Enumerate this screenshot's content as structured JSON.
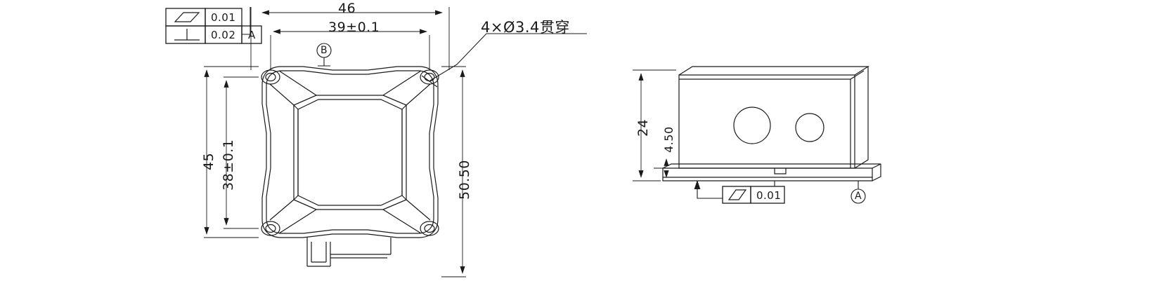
{
  "drawing": {
    "type": "mechanical-part-2d-drawing",
    "line_color": "#1a1a1a",
    "background": "#ffffff",
    "views": [
      {
        "name": "top-view",
        "label": ""
      },
      {
        "name": "side-view",
        "label": ""
      }
    ]
  },
  "gdt_table": {
    "rows": [
      {
        "symbol": "parallelism",
        "symbol_glyph": "parallelogram",
        "tolerance": "0.01",
        "datum": ""
      },
      {
        "symbol": "perpendicularity",
        "symbol_glyph": "perpendicular",
        "tolerance": "0.02",
        "datum": "A"
      }
    ]
  },
  "top_view": {
    "dimensions": {
      "overall_width": "46",
      "hole_span_horizontal": "39±0.1",
      "overall_height": "45",
      "hole_span_vertical": "38±0.1",
      "right_height": "50.50"
    },
    "note": "4×Ø3.4贯穿",
    "surface_datum": "B"
  },
  "side_view": {
    "dimensions": {
      "body_height": "24",
      "flange_height": "4.50"
    },
    "gdt": {
      "symbol": "parallelism",
      "symbol_glyph": "parallelogram",
      "tolerance": "0.01"
    },
    "datum": "A"
  }
}
